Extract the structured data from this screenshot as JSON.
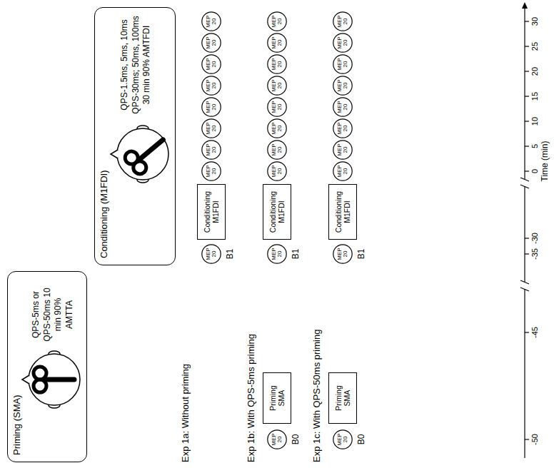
{
  "diagram": {
    "nodes": [
      {
        "text": [
          "Priming (SMA)",
          "QPS-5ms or QPS-50ms 10 min 90% AMTTA"
        ]
      },
      {
        "text": [
          "Conditioning (M1FDI)",
          "QPS-1.5ms, 5ms, 10ms QPS-30ms; 50ms, 100ms 30 min 90% AMTFDI"
        ]
      },
      {
        "text": [
          "MEP 20"
        ]
      },
      {
        "text": [
          "Conditioning M1FDI"
        ]
      },
      {
        "text": [
          "MEP 20"
        ]
      },
      {
        "text": [
          "MEP 20"
        ]
      },
      {
        "text": [
          "MEP 20"
        ]
      },
      {
        "text": [
          "MEP 20"
        ]
      },
      {
        "text": [
          "MEP 20"
        ]
      },
      {
        "text": [
          "MEP 20"
        ]
      },
      {
        "text": [
          "MEP 20"
        ]
      },
      {
        "text": [
          "MEP 20"
        ]
      },
      {
        "text": [
          "MEP 20"
        ]
      },
      {
        "text": [
          "Priming SMA"
        ]
      },
      {
        "text": [
          "MEP 20"
        ]
      },
      {
        "text": [
          "Conditioning M1FDI"
        ]
      },
      {
        "text": [
          "MEP 20"
        ]
      },
      {
        "text": [
          "MEP 20"
        ]
      },
      {
        "text": [
          "MEP 20"
        ]
      },
      {
        "text": [
          "MEP 20"
        ]
      },
      {
        "text": [
          "MEP 20"
        ]
      },
      {
        "text": [
          "MEP 20"
        ]
      },
      {
        "text": [
          "MEP 20"
        ]
      },
      {
        "text": [
          "MEP 20"
        ]
      },
      {
        "text": [
          "MEP 20"
        ]
      },
      {
        "text": [
          "Priming SMA"
        ]
      },
      {
        "text": [
          "MEP 20"
        ]
      },
      {
        "text": [
          "Conditioning M1FDI"
        ]
      },
      {
        "text": [
          "MEP 20"
        ]
      },
      {
        "text": [
          "MEP 20"
        ]
      },
      {
        "text": [
          "MEP 20"
        ]
      },
      {
        "text": [
          "MEP 20"
        ]
      },
      {
        "text": [
          "MEP 20"
        ]
      },
      {
        "text": [
          "MEP 20"
        ]
      },
      {
        "text": [
          "MEP 20"
        ]
      },
      {
        "text": [
          "MEP 20"
        ]
      }
    ],
    "labels": [
      "Exp 1a: Without priming",
      "B1",
      "Exp 1b: With QPS-5ms priming",
      "B0",
      "B1",
      "Exp 1c: With QPS-50ms priming",
      "B0",
      "B1",
      "-50",
      "-45",
      "-35",
      "-30",
      "0",
      "5",
      "10",
      "15",
      "20",
      "25",
      "30",
      "Time (min)"
    ]
  }
}
